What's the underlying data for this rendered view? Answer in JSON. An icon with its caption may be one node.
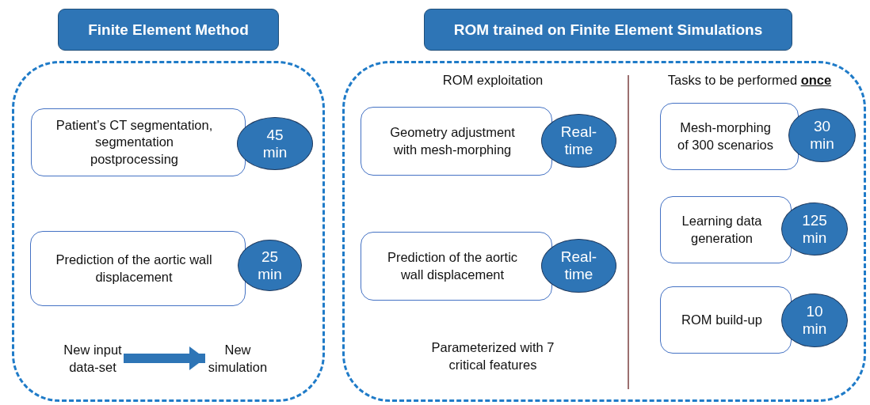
{
  "diagram": {
    "nodes": [
      {
        "text": [
          "Finite Element Method"
        ]
      },
      {
        "text": [],
        "shape": "box"
      },
      {
        "text": [
          "Patient’s CT segmentation, segmentation postprocessing"
        ],
        "in": 1
      },
      {
        "text": [
          "45 min"
        ],
        "in": 1
      },
      {
        "text": [
          "Prediction of the aortic wall displacement"
        ],
        "in": 1
      },
      {
        "text": [
          "25 min"
        ],
        "in": 1
      },
      {
        "text": [
          "New input data-set"
        ],
        "in": 1
      },
      {
        "text": [
          "New simulation"
        ],
        "in": 1
      },
      {
        "text": [
          "ROM trained on Finite Element Simulations"
        ]
      },
      {
        "text": [],
        "shape": "box"
      },
      {
        "text": [
          "Geometry adjustment with mesh-morphing"
        ],
        "in": 9
      },
      {
        "text": [
          "Real-time"
        ],
        "in": 9
      },
      {
        "text": [
          "Prediction of the aortic wall displacement"
        ],
        "in": 9
      },
      {
        "text": [
          "Real-time"
        ],
        "in": 9
      },
      {
        "text": [
          "Mesh-morphing of 300 scenarios"
        ],
        "in": 9
      },
      {
        "text": [
          "30 min"
        ],
        "in": 9
      },
      {
        "text": [
          "Learning data generation"
        ],
        "in": 9
      },
      {
        "text": [
          "125 min"
        ],
        "in": 9
      },
      {
        "text": [
          "ROM build-up"
        ],
        "in": 9
      },
      {
        "text": [
          "10 min"
        ],
        "in": 9
      }
    ],
    "edges": [
      {
        "from": 6,
        "to": 7,
        "arrow": "to"
      }
    ],
    "labels": [
      "ROM exploitation",
      "Tasks to be performed **once**",
      "Parameterized with 7 critical features"
    ]
  }
}
